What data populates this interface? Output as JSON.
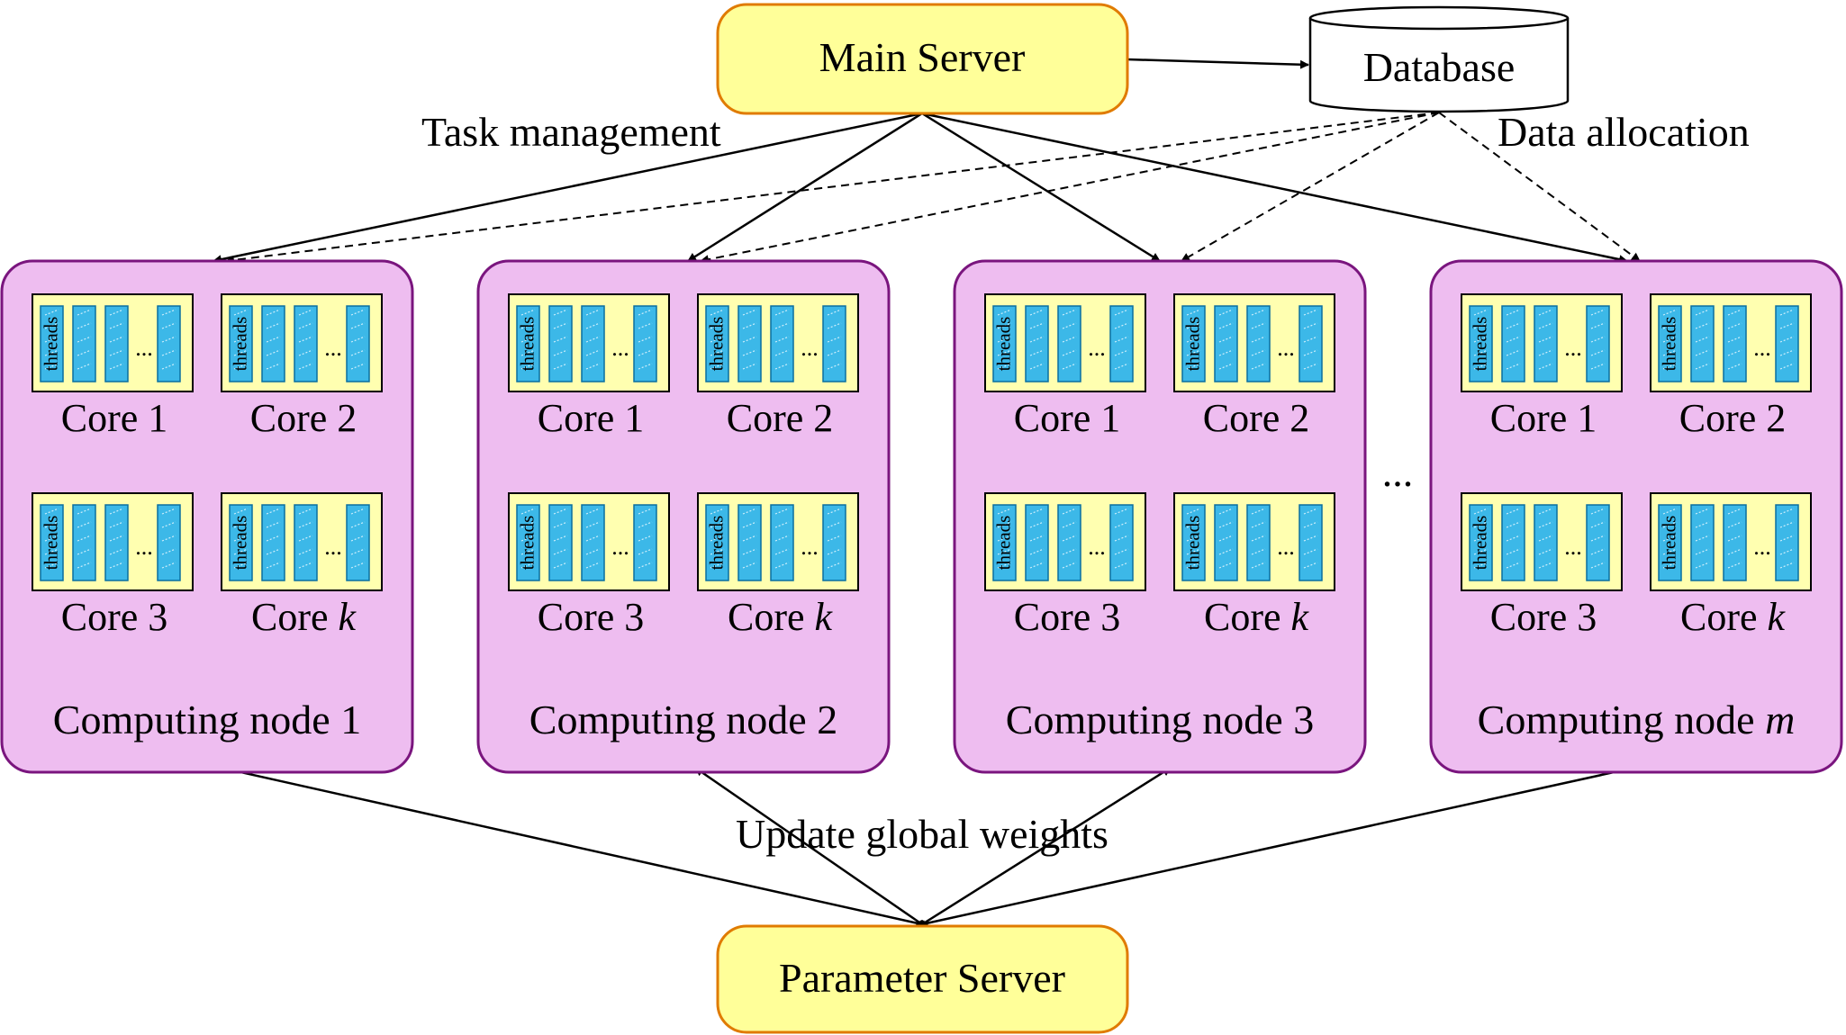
{
  "main_server": {
    "label": "Main Server"
  },
  "database": {
    "label": "Database"
  },
  "parameter_server": {
    "label": "Parameter Server"
  },
  "annotations": {
    "task_management": "Task management",
    "data_allocation": "Data allocation",
    "update_weights": "Update global weights",
    "node_ellipsis": "...",
    "thread_ellipsis": "..."
  },
  "thread_label": "threads",
  "cores": [
    {
      "label": "Core 1",
      "italic_suffix": ""
    },
    {
      "label": "Core 2",
      "italic_suffix": ""
    },
    {
      "label": "Core 3",
      "italic_suffix": ""
    },
    {
      "label": "Core ",
      "italic_suffix": "k"
    }
  ],
  "nodes": [
    {
      "label": "Computing node 1",
      "italic_suffix": ""
    },
    {
      "label": "Computing node 2",
      "italic_suffix": ""
    },
    {
      "label": "Computing node 3",
      "italic_suffix": ""
    },
    {
      "label": "Computing node ",
      "italic_suffix": "m"
    }
  ],
  "colors": {
    "server_fill": "#ffff99",
    "server_stroke": "#e07b00",
    "node_fill": "#eebdf0",
    "node_stroke": "#7a157e",
    "core_fill": "#ffffb0",
    "thread_fill": "#3cb8e8",
    "thread_stroke": "#0a6fa0"
  }
}
